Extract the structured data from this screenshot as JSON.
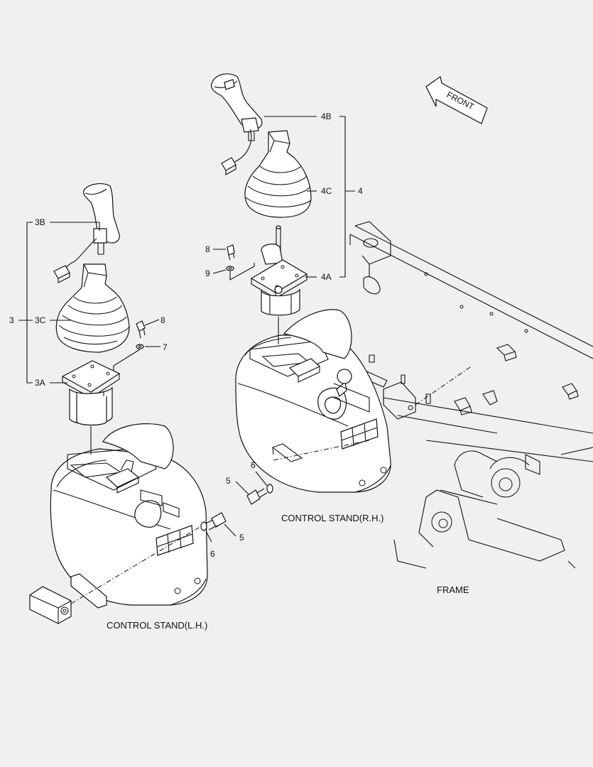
{
  "callouts": {
    "c3": "3",
    "c3a": "3A",
    "c3b": "3B",
    "c3c": "3C",
    "c4": "4",
    "c4a": "4A",
    "c4b": "4B",
    "c4c": "4C",
    "c5l": "5",
    "c5r": "5",
    "c6l": "6",
    "c6r": "6",
    "c7": "7",
    "c8l": "8",
    "c8r": "8",
    "c9": "9"
  },
  "captions": {
    "left_stand": "CONTROL STAND(L.H.)",
    "right_stand": "CONTROL STAND(R.H.)",
    "frame": "FRAME"
  },
  "front_arrow": {
    "label": "FRONT"
  }
}
